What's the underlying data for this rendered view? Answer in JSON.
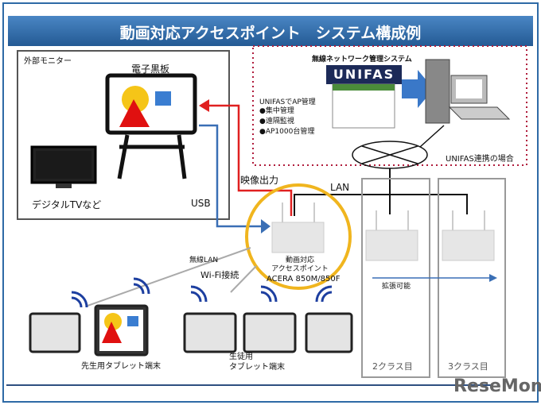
{
  "title": "動画対応アクセスポイント　システム構成例",
  "external_monitor": {
    "label": "外部モニター",
    "board_label": "電子黒板",
    "tv_label": "デジタルTVなど",
    "usb_label": "USB"
  },
  "unifas": {
    "system_label": "無線ネットワーク管理システム",
    "logo": "UNIFAS",
    "mgmt_title": "UNIFASでAP管理",
    "bullets": [
      "●集中管理",
      "●遠隔監視",
      "●AP1000台管理"
    ],
    "case_label": "UNIFAS連携の場合"
  },
  "video_out_label": "映像出力",
  "lan_label": "LAN",
  "access_point": {
    "line1": "動画対応",
    "line2": "アクセスポイント",
    "model": "ACERA 850M/850F"
  },
  "wireless_label": "無線LAN",
  "wifi_label": "Wi-Fi接続",
  "teacher_label": "先生用タブレット端末",
  "student_label_1": "生徒用",
  "student_label_2": "タブレット端末",
  "expand_label": "拡張可能",
  "class2_label": "2クラス目",
  "class3_label": "3クラス目",
  "watermark": "ReseMom",
  "colors": {
    "title_bar": "#2e6aa6",
    "accent_yellow": "#f0b51e",
    "red_line": "#e02020",
    "blue_line": "#3a6fb5",
    "unifas_box": "#b01c3c"
  }
}
